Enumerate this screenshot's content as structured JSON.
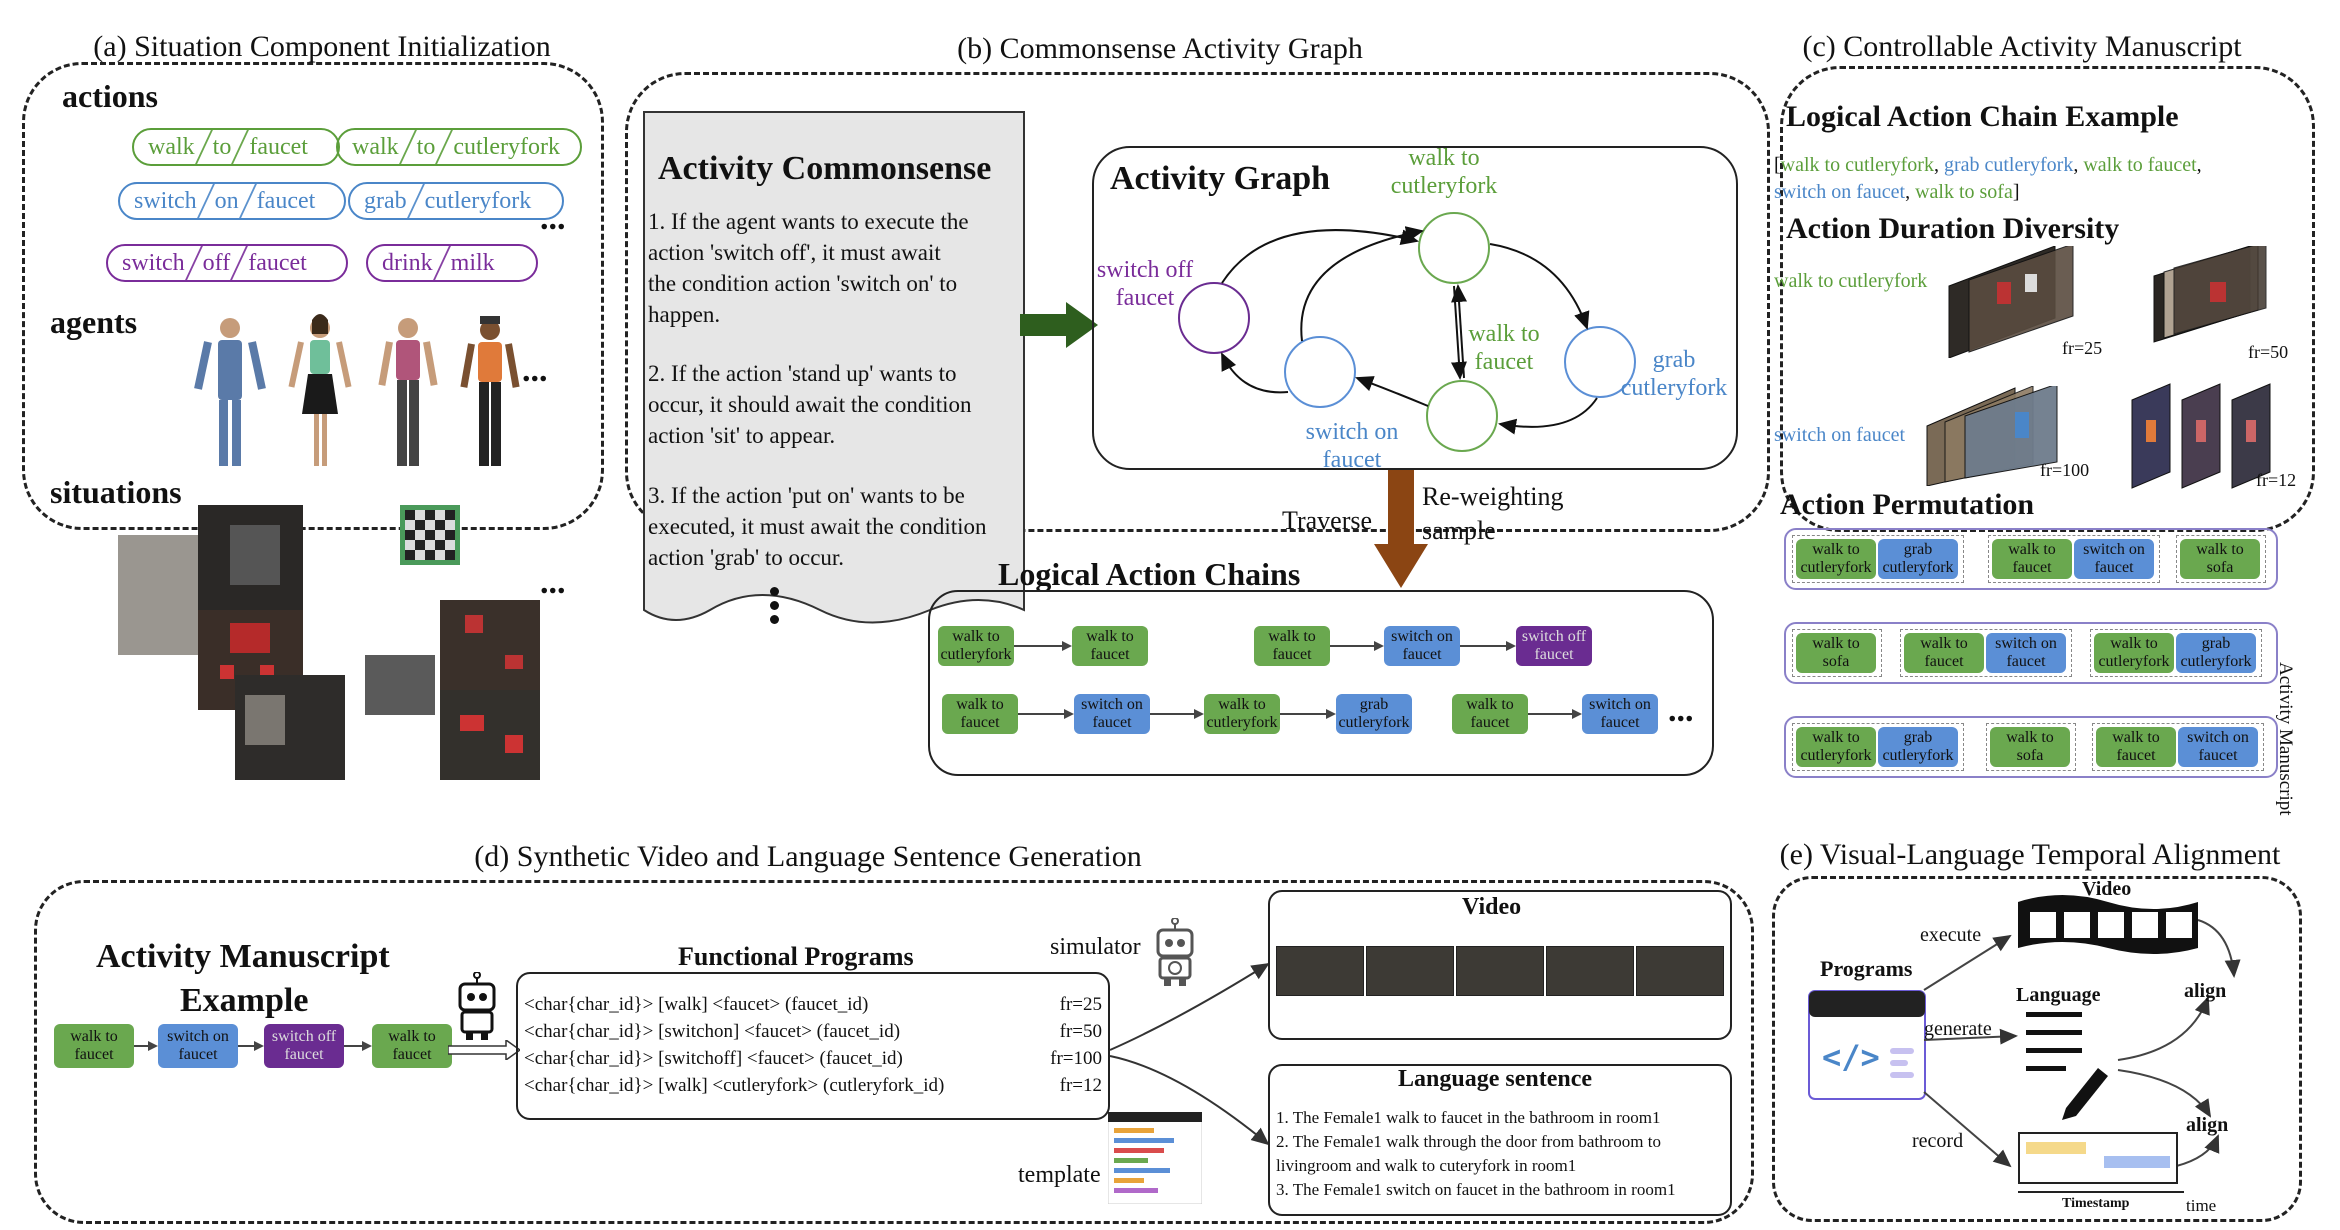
{
  "colors": {
    "green": "#6aa84f",
    "blue": "#5b8fd6",
    "purple": "#6a2c91",
    "green_text": "#5b9e3a",
    "blue_text": "#4a86c8",
    "purple_text": "#7a2c9a",
    "brown_arrow": "#8b4513",
    "dark_green_arrow": "#2e5e1e"
  },
  "panel_a": {
    "title": "(a) Situation Component Initialization",
    "actions_heading": "actions",
    "action_pills": [
      {
        "parts": [
          "walk",
          "to",
          "faucet"
        ],
        "color": "green"
      },
      {
        "parts": [
          "walk",
          "to",
          "cutleryfork"
        ],
        "color": "green"
      },
      {
        "parts": [
          "switch",
          "on",
          "faucet"
        ],
        "color": "blue"
      },
      {
        "parts": [
          "grab",
          "cutleryfork"
        ],
        "color": "blue"
      },
      {
        "parts": [
          "switch",
          "off",
          "faucet"
        ],
        "color": "purple"
      },
      {
        "parts": [
          "drink",
          "milk"
        ],
        "color": "purple"
      }
    ],
    "agents_heading": "agents",
    "situations_heading": "situations",
    "ellipsis": "..."
  },
  "panel_b": {
    "title": "(b) Commonsense Activity Graph",
    "doc_title": "Activity Commonsense",
    "rules": [
      [
        "1. If the agent wants to execute the",
        "action 'switch off', it must await",
        "the condition action 'switch on' to",
        "happen."
      ],
      [
        "2. If the action 'stand up' wants to",
        "occur, it should await the condition",
        "action 'sit' to appear."
      ],
      [
        "3. If the action 'put on' wants to be",
        "executed, it must await the condition",
        "action 'grab' to occur."
      ]
    ],
    "graph_title": "Activity Graph",
    "nodes": [
      {
        "id": "walk_cutlery",
        "label": [
          "walk to",
          "cutleryfork"
        ],
        "color": "green"
      },
      {
        "id": "switch_off",
        "label": [
          "switch off",
          "faucet"
        ],
        "color": "purple"
      },
      {
        "id": "switch_on",
        "label": [
          "switch on",
          "faucet"
        ],
        "color": "blue"
      },
      {
        "id": "walk_faucet",
        "label": [
          "walk to",
          "faucet"
        ],
        "color": "green"
      },
      {
        "id": "grab",
        "label": [
          "grab",
          "cutleryfork"
        ],
        "color": "blue"
      }
    ],
    "traverse_label": "Traverse",
    "reweight_label": [
      "Re-weighting",
      "sample"
    ],
    "chains_title": "Logical Action Chains",
    "chain_row1": [
      [
        {
          "t": [
            "walk to",
            "cutleryfork"
          ],
          "c": "g"
        },
        {
          "t": [
            "walk to",
            "faucet"
          ],
          "c": "g"
        }
      ],
      [
        {
          "t": [
            "walk to",
            "faucet"
          ],
          "c": "g"
        },
        {
          "t": [
            "switch on",
            "faucet"
          ],
          "c": "b"
        },
        {
          "t": [
            "switch off",
            "faucet"
          ],
          "c": "p"
        }
      ]
    ],
    "chain_row2": [
      {
        "t": [
          "walk to",
          "faucet"
        ],
        "c": "g"
      },
      {
        "t": [
          "switch on",
          "faucet"
        ],
        "c": "b"
      },
      {
        "t": [
          "walk to",
          "cutleryfork"
        ],
        "c": "g"
      },
      {
        "t": [
          "grab",
          "cutleryfork"
        ],
        "c": "b"
      },
      {
        "t": [
          "walk to",
          "faucet"
        ],
        "c": "g"
      },
      {
        "t": [
          "switch on",
          "faucet"
        ],
        "c": "b"
      }
    ],
    "ellipsis": "..."
  },
  "panel_c": {
    "title": "(c) Controllable Activity Manuscript",
    "chain_example_title": "Logical Action Chain Example",
    "chain_example_items": [
      {
        "t": "walk to cutleryfork",
        "c": "green"
      },
      {
        "t": "grab cutleryfork",
        "c": "blue"
      },
      {
        "t": "walk to faucet",
        "c": "green"
      },
      {
        "t": "switch on faucet",
        "c": "blue"
      },
      {
        "t": "walk to sofa",
        "c": "green"
      }
    ],
    "duration_title": "Action Duration Diversity",
    "duration_label_1": "walk to cutleryfork",
    "duration_label_2": "switch on faucet",
    "fr_labels": [
      "fr=25",
      "fr=50",
      "fr=100",
      "fr=12"
    ],
    "permutation_title": "Action Permutation",
    "side_label": "Activity Manuscript",
    "perm_rows": [
      [
        [
          {
            "t": [
              "walk to",
              "cutleryfork"
            ],
            "c": "g"
          },
          {
            "t": [
              "grab",
              "cutleryfork"
            ],
            "c": "b"
          }
        ],
        [
          {
            "t": [
              "walk to",
              "faucet"
            ],
            "c": "g"
          },
          {
            "t": [
              "switch on",
              "faucet"
            ],
            "c": "b"
          }
        ],
        [
          {
            "t": [
              "walk to",
              "sofa"
            ],
            "c": "g"
          }
        ]
      ],
      [
        [
          {
            "t": [
              "walk to",
              "sofa"
            ],
            "c": "g"
          }
        ],
        [
          {
            "t": [
              "walk to",
              "faucet"
            ],
            "c": "g"
          },
          {
            "t": [
              "switch on",
              "faucet"
            ],
            "c": "b"
          }
        ],
        [
          {
            "t": [
              "walk to",
              "cutleryfork"
            ],
            "c": "g"
          },
          {
            "t": [
              "grab",
              "cutleryfork"
            ],
            "c": "b"
          }
        ]
      ],
      [
        [
          {
            "t": [
              "walk to",
              "cutleryfork"
            ],
            "c": "g"
          },
          {
            "t": [
              "grab",
              "cutleryfork"
            ],
            "c": "b"
          }
        ],
        [
          {
            "t": [
              "walk to",
              "sofa"
            ],
            "c": "g"
          }
        ],
        [
          {
            "t": [
              "walk to",
              "faucet"
            ],
            "c": "g"
          },
          {
            "t": [
              "switch on",
              "faucet"
            ],
            "c": "b"
          }
        ]
      ]
    ]
  },
  "panel_d": {
    "title": "(d) Synthetic Video and Language Sentence Generation",
    "manuscript_title": [
      "Activity Manuscript",
      "Example"
    ],
    "manuscript_chain": [
      {
        "t": [
          "walk to",
          "faucet"
        ],
        "c": "g"
      },
      {
        "t": [
          "switch on",
          "faucet"
        ],
        "c": "b"
      },
      {
        "t": [
          "switch off",
          "faucet"
        ],
        "c": "p"
      },
      {
        "t": [
          "walk to",
          "faucet"
        ],
        "c": "g"
      }
    ],
    "programs_title": "Functional Programs",
    "programs": [
      {
        "code": "<char{char_id}> [walk] <faucet> (faucet_id)",
        "fr": "fr=25"
      },
      {
        "code": "<char{char_id}> [switchon] <faucet> (faucet_id)",
        "fr": "fr=50"
      },
      {
        "code": "<char{char_id}> [switchoff] <faucet> (faucet_id)",
        "fr": "fr=100"
      },
      {
        "code": "<char{char_id}> [walk] <cutleryfork> (cutleryfork_id)",
        "fr": "fr=12"
      }
    ],
    "simulator_label": "simulator",
    "template_label": "template",
    "video_title": "Video",
    "language_title": "Language sentence",
    "sentences": [
      "1. The Female1 walk to faucet in the bathroom in room1",
      "2. The Female1 walk through the door from bathroom to",
      "livingroom and walk  to cuteryfork in room1",
      "3. The Female1 switch on faucet in the bathroom in room1"
    ]
  },
  "panel_e": {
    "title": "(e) Visual-Language Temporal Alignment",
    "programs_label": "Programs",
    "execute_label": "execute",
    "generate_label": "generate",
    "record_label": "record",
    "video_label": "Video",
    "language_label": "Language",
    "align_1": "align",
    "align_2": "align",
    "timestamp_label": "Timestamp",
    "time_label": "time"
  }
}
